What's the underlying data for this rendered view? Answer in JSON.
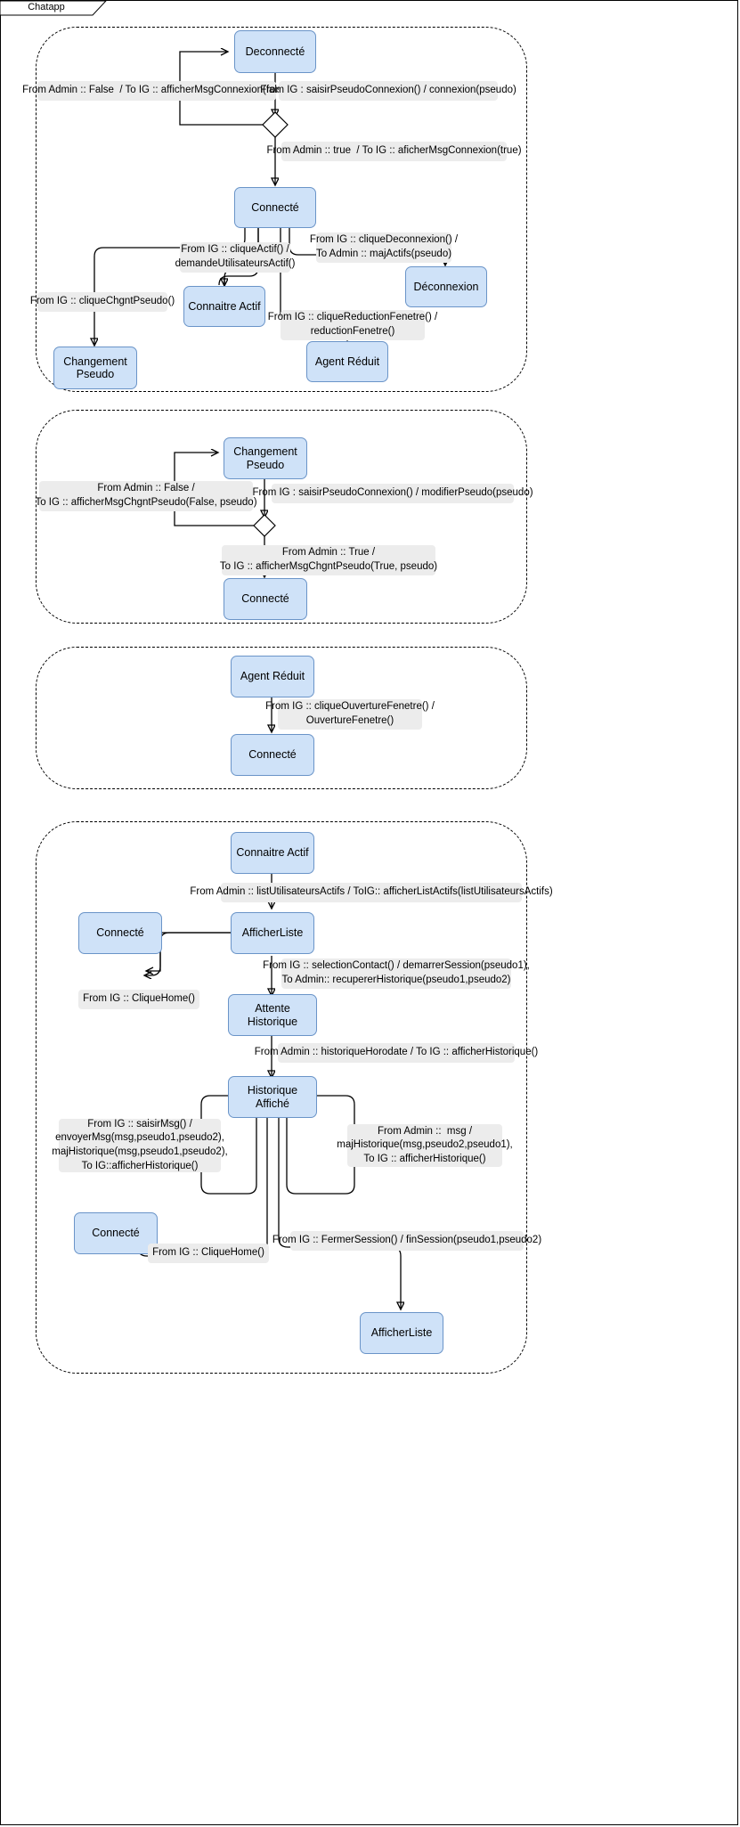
{
  "window": {
    "tab_label": "Chatapp"
  },
  "colors": {
    "node_fill": "#cfe2f8",
    "node_stroke": "#6a94c8",
    "label_fill": "#ececec",
    "edge": "#000000",
    "panel_border": "#000000"
  },
  "panels": [
    {
      "id": "panel-connexion",
      "nodes": [
        {
          "id": "p1-deconnecte",
          "label": "Deconnecté"
        },
        {
          "id": "p1-connecte",
          "label": "Connecté"
        },
        {
          "id": "p1-connaitre-actif",
          "label": "Connaitre Actif"
        },
        {
          "id": "p1-deconnexion",
          "label": "Déconnexion"
        },
        {
          "id": "p1-agent-reduit",
          "label": "Agent Réduit"
        },
        {
          "id": "p1-changement-pseudo",
          "label": "Changement Pseudo"
        }
      ],
      "labels": [
        {
          "id": "p1-l1",
          "text": "From Admin :: False  / To IG :: afficherMsgConnexion(false)"
        },
        {
          "id": "p1-l2",
          "text": "From IG : saisirPseudoConnexion() / connexion(pseudo)"
        },
        {
          "id": "p1-l3",
          "text": "From Admin :: true  / To IG :: aficherMsgConnexion(true)"
        },
        {
          "id": "p1-l4",
          "text": "From IG :: cliqueActif() /\ndemandeUtilisateursActif()"
        },
        {
          "id": "p1-l5",
          "text": "From IG :: cliqueDeconnexion() /\nTo Admin :: majActifs(pseudo)"
        },
        {
          "id": "p1-l6",
          "text": "From IG :: cliqueReductionFenetre() /\nreductionFenetre()"
        },
        {
          "id": "p1-l7",
          "text": "From IG :: cliqueChgntPseudo()"
        }
      ]
    },
    {
      "id": "panel-changement-pseudo",
      "nodes": [
        {
          "id": "p2-changement-pseudo",
          "label": "Changement Pseudo"
        },
        {
          "id": "p2-connecte",
          "label": "Connecté"
        }
      ],
      "labels": [
        {
          "id": "p2-l1",
          "text": "From Admin :: False /\nTo IG :: afficherMsgChgntPseudo(False, pseudo)"
        },
        {
          "id": "p2-l2",
          "text": "From IG : saisirPseudoConnexion() / modifierPseudo(pseudo)"
        },
        {
          "id": "p2-l3",
          "text": "From Admin :: True /\nTo IG :: afficherMsgChgntPseudo(True, pseudo)"
        }
      ]
    },
    {
      "id": "panel-agent-reduit",
      "nodes": [
        {
          "id": "p3-agent-reduit",
          "label": "Agent Réduit"
        },
        {
          "id": "p3-connecte",
          "label": "Connecté"
        }
      ],
      "labels": [
        {
          "id": "p3-l1",
          "text": "From IG :: cliqueOuvertureFenetre() /\nOuvertureFenetre()"
        }
      ]
    },
    {
      "id": "panel-session",
      "nodes": [
        {
          "id": "p4-connaitre-actif",
          "label": "Connaitre Actif"
        },
        {
          "id": "p4-afficherliste",
          "label": "AfficherListe"
        },
        {
          "id": "p4-connecte-1",
          "label": "Connecté"
        },
        {
          "id": "p4-attente-historique",
          "label": "Attente Historique"
        },
        {
          "id": "p4-historique-affiche",
          "label": "Historique Affiché"
        },
        {
          "id": "p4-connecte-2",
          "label": "Connecté"
        },
        {
          "id": "p4-afficherliste-2",
          "label": "AfficherListe"
        }
      ],
      "labels": [
        {
          "id": "p4-l1",
          "text": "From Admin :: listUtilisateursActifs / ToIG:: afficherListActifs(listUtilisateursActifs)"
        },
        {
          "id": "p4-l2",
          "text": "From IG :: selectionContact() / demarrerSession(pseudo1),\nTo Admin:: recupererHistorique(pseudo1,pseudo2)"
        },
        {
          "id": "p4-l3",
          "text": "From IG :: CliqueHome()"
        },
        {
          "id": "p4-l4",
          "text": "From Admin :: historiqueHorodate / To IG :: afficherHistorique()"
        },
        {
          "id": "p4-l5",
          "text": "From IG :: saisirMsg() /\nenvoyerMsg(msg,pseudo1,pseudo2),\nmajHistorique(msg,pseudo1,pseudo2),\nTo IG::afficherHistorique()"
        },
        {
          "id": "p4-l6",
          "text": "From Admin ::  msg /\nmajHistorique(msg,pseudo2,pseudo1),\nTo IG :: afficherHistorique()"
        },
        {
          "id": "p4-l7",
          "text": "From IG :: CliqueHome()"
        },
        {
          "id": "p4-l8",
          "text": "From IG :: FermerSession() / finSession(pseudo1,pseudo2)"
        }
      ]
    }
  ]
}
